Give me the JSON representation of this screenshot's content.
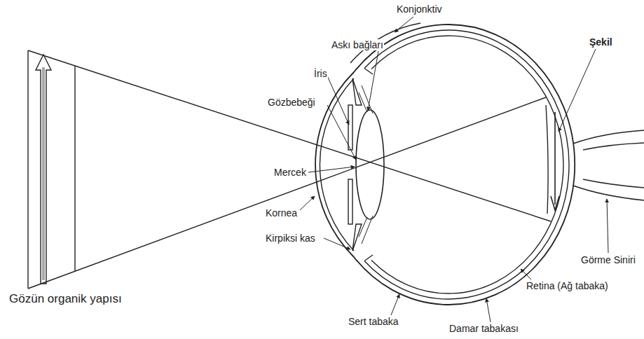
{
  "diagram": {
    "caption": "Gözün organik yapısı",
    "labels": [
      "Konjonktiv",
      "Askı bağları",
      "İris",
      "Gözbebeği",
      "Mercek",
      "Kornea",
      "Kirpiksi kas",
      "Şekil",
      "Görme Siniri",
      "Retina (Ağ tabaka)",
      "Sert tabaka",
      "Damar tabakası"
    ]
  }
}
